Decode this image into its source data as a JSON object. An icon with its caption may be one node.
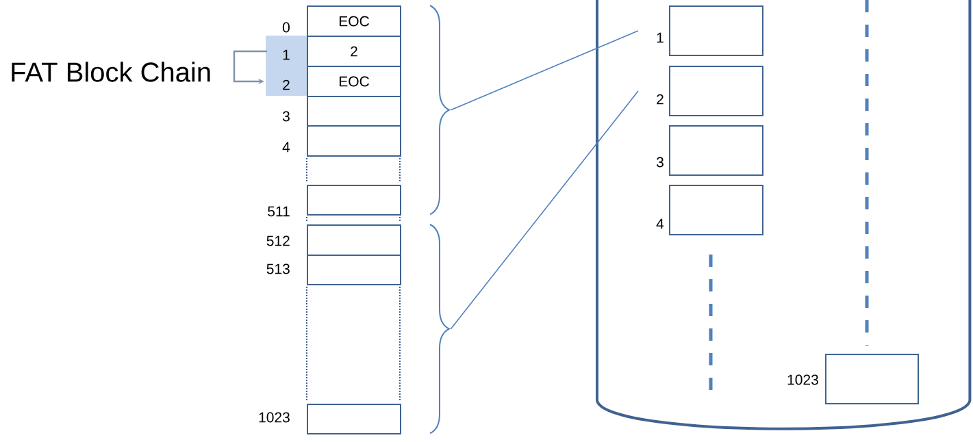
{
  "diagram": {
    "nodes": [
      {
        "text": [
          "EOC"
        ],
        "beside": [
          "0"
        ]
      },
      {
        "text": [
          "2"
        ],
        "beside": [
          "1"
        ]
      },
      {
        "text": [
          "EOC"
        ],
        "beside": [
          "2"
        ]
      },
      {
        "text": [],
        "shape": "box",
        "beside": [
          "3"
        ]
      },
      {
        "text": [],
        "shape": "box",
        "beside": [
          "4"
        ]
      },
      {
        "text": [],
        "shape": "box",
        "beside": [
          "511"
        ]
      },
      {
        "text": [],
        "shape": "box",
        "beside": [
          "512"
        ]
      },
      {
        "text": [],
        "shape": "box",
        "beside": [
          "513"
        ]
      },
      {
        "text": [],
        "shape": "box",
        "beside": [
          "1023"
        ]
      },
      {
        "text": [],
        "shape": "brace"
      },
      {
        "text": [],
        "shape": "brace"
      },
      {
        "text": [],
        "shape": "cylinder"
      },
      {
        "text": [],
        "shape": "box",
        "beside": [
          "1"
        ],
        "in": 11
      },
      {
        "text": [],
        "shape": "box",
        "beside": [
          "2"
        ],
        "in": 11
      },
      {
        "text": [],
        "shape": "box",
        "beside": [
          "3"
        ],
        "in": 11
      },
      {
        "text": [],
        "shape": "box",
        "beside": [
          "4"
        ],
        "in": 11
      },
      {
        "text": [],
        "shape": "box",
        "beside": [
          "1023"
        ],
        "in": 11
      }
    ],
    "edges": [
      {
        "from": 1,
        "to": 2,
        "arrow": "to",
        "color": "#7f93a9"
      },
      {
        "from": 9,
        "to": 12,
        "arrow": "none"
      },
      {
        "from": 10,
        "to": 13,
        "arrow": "none"
      }
    ],
    "labels": [
      "FAT Block Chain"
    ]
  }
}
